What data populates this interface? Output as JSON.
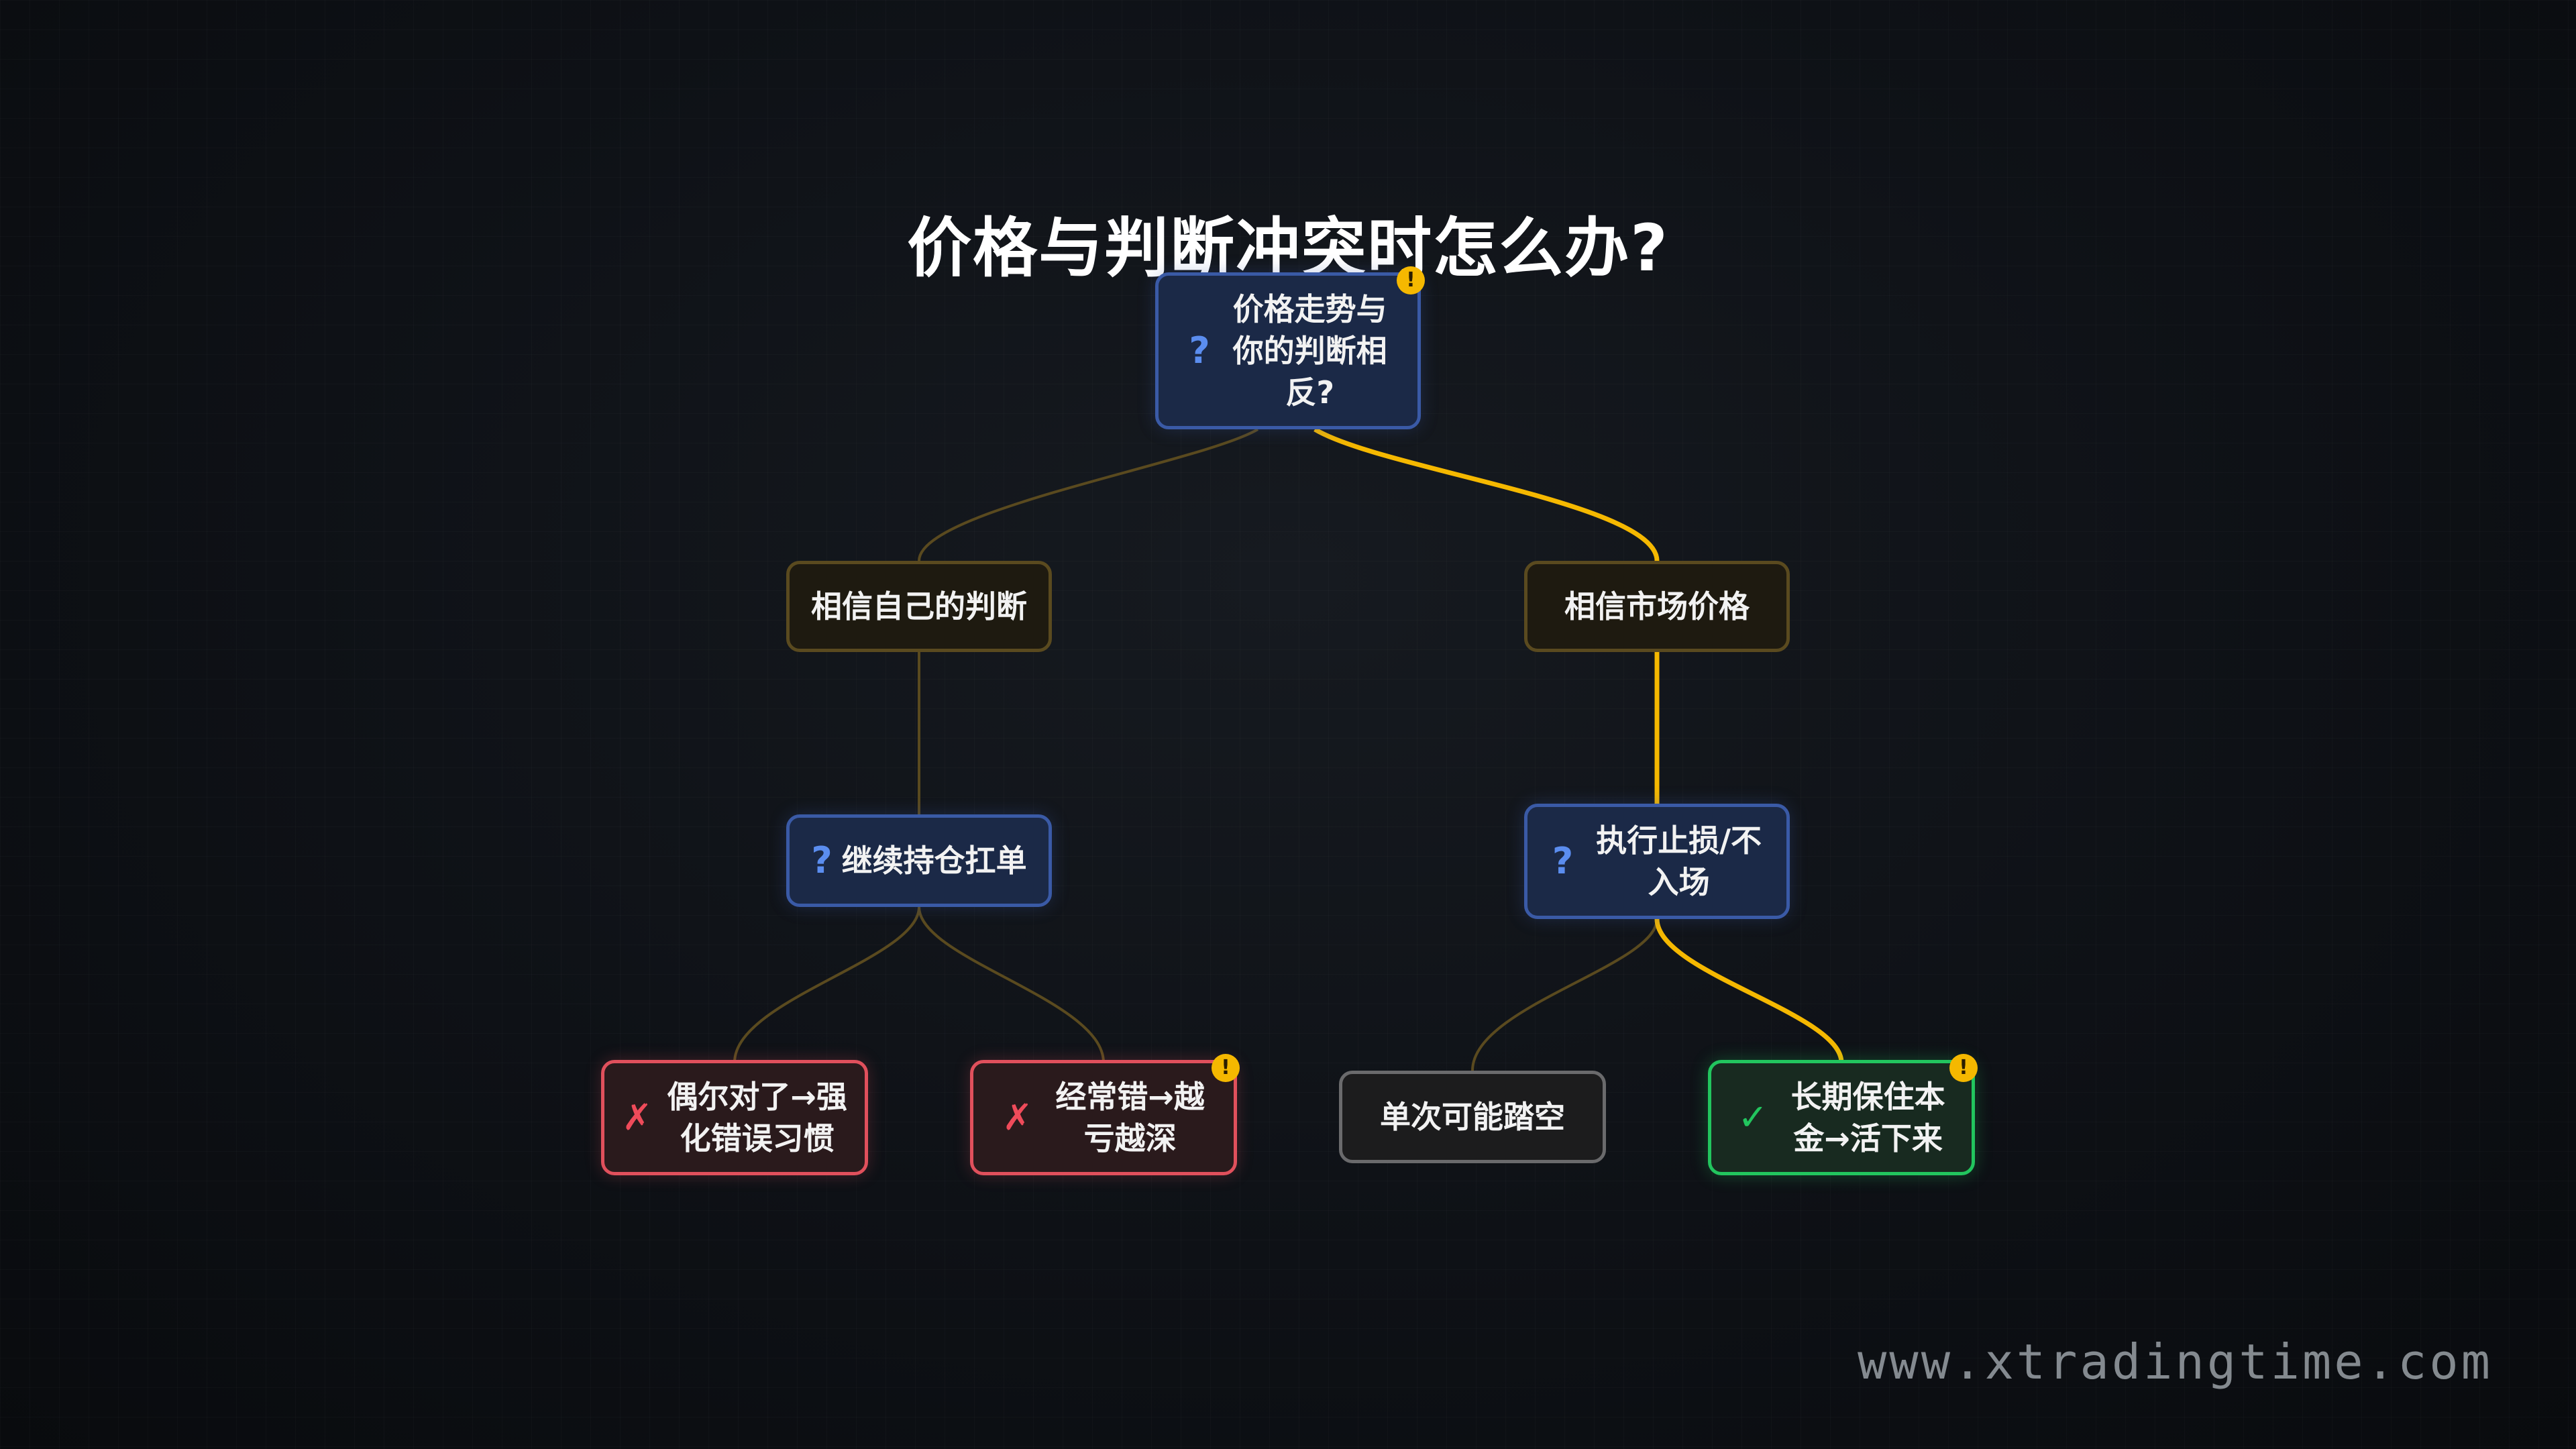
{
  "title": "价格与判断冲突时怎么办?",
  "nodes": {
    "root": "价格走势与\n你的判断相\n反?",
    "trust_self": "相信自己的判断",
    "trust_market": "相信市场价格",
    "keep_holding": "继续持仓扛单",
    "stop_loss": "执行止损/不\n入场",
    "occasionally_right": "偶尔对了→强\n化错误习惯",
    "often_wrong": "经常错→越\n亏越深",
    "single_miss": "单次可能踏空",
    "preserve_capital": "长期保住本\n金→活下来"
  },
  "glyphs": {
    "question": "?",
    "cross": "✗",
    "check": "✓",
    "alert": "!"
  },
  "colors": {
    "highlight_path": "#f5b800",
    "dim_path": "#5a4a1f",
    "question_border": "#3a5aa6",
    "bad_border": "#e0505c",
    "good_border": "#22c55e",
    "neutral_border": "#6a6a6c"
  },
  "watermark": "www.xtradingtime.com"
}
